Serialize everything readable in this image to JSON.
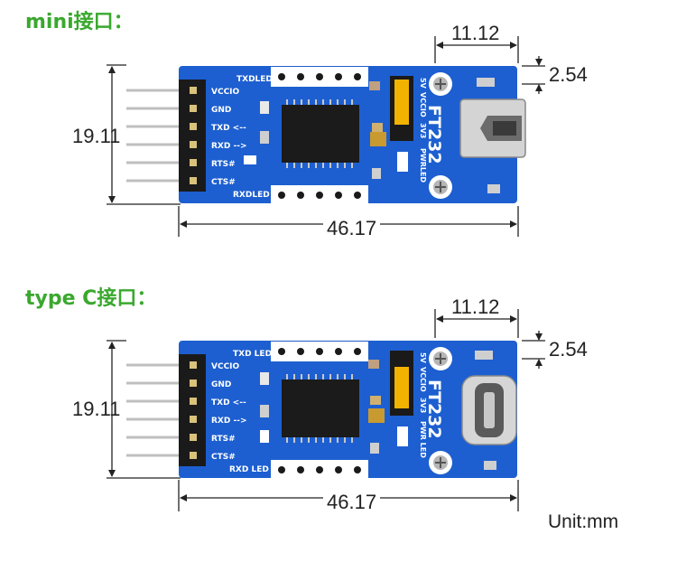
{
  "sections": [
    {
      "title": "mini接口：",
      "dims": {
        "connector_offset": "11.12",
        "edge_offset": "2.54",
        "height": "19.11",
        "length": "46.17"
      },
      "board": {
        "top_label": "TXDLED",
        "bottom_label": "RXDLED",
        "pin_labels": [
          "VCCIO",
          "GND",
          "TXD <--",
          "RXD -->",
          "RTS#",
          "CTS#"
        ],
        "chip_name": "FT232",
        "jumper_labels": [
          "5V",
          "VCCIO",
          "3V3"
        ],
        "pwr_label": "PWRLED",
        "connector": "mini-usb"
      }
    },
    {
      "title": "type C接口：",
      "dims": {
        "connector_offset": "11.12",
        "edge_offset": "2.54",
        "height": "19.11",
        "length": "46.17"
      },
      "board": {
        "top_label": "TXD LED",
        "bottom_label": "RXD LED",
        "pin_labels": [
          "VCCIO",
          "GND",
          "TXD <--",
          "RXD -->",
          "RTS#",
          "CTS#"
        ],
        "chip_name": "FT232",
        "jumper_labels": [
          "5V",
          "VCCIO",
          "3V3"
        ],
        "pwr_label": "PWR LED",
        "connector": "usb-type-c"
      }
    }
  ],
  "unit_label": "Unit:mm",
  "colors": {
    "pcb": "#1d5fd0",
    "title_green": "#3aa82e",
    "jumper": "#f2b200",
    "header": "#1a1a1a"
  }
}
